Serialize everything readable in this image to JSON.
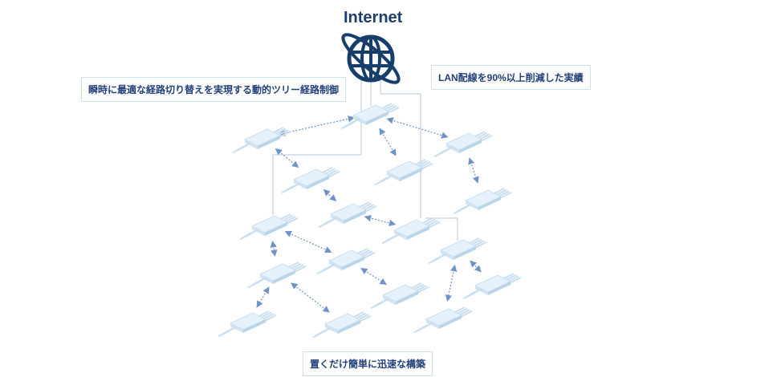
{
  "title": "Internet",
  "captions": {
    "left": "瞬時に最適な経路切り替えを実現する動的ツリー経路制御",
    "right": "LAN配線を90%以上削減した実績",
    "bottom": "置くだけ簡単に迅速な構築"
  },
  "colors": {
    "globe": "#163e6b",
    "switch": "#dcecf7",
    "arrow": "#6d93c8",
    "line": "#c4d1dc",
    "text": "#22407a"
  }
}
